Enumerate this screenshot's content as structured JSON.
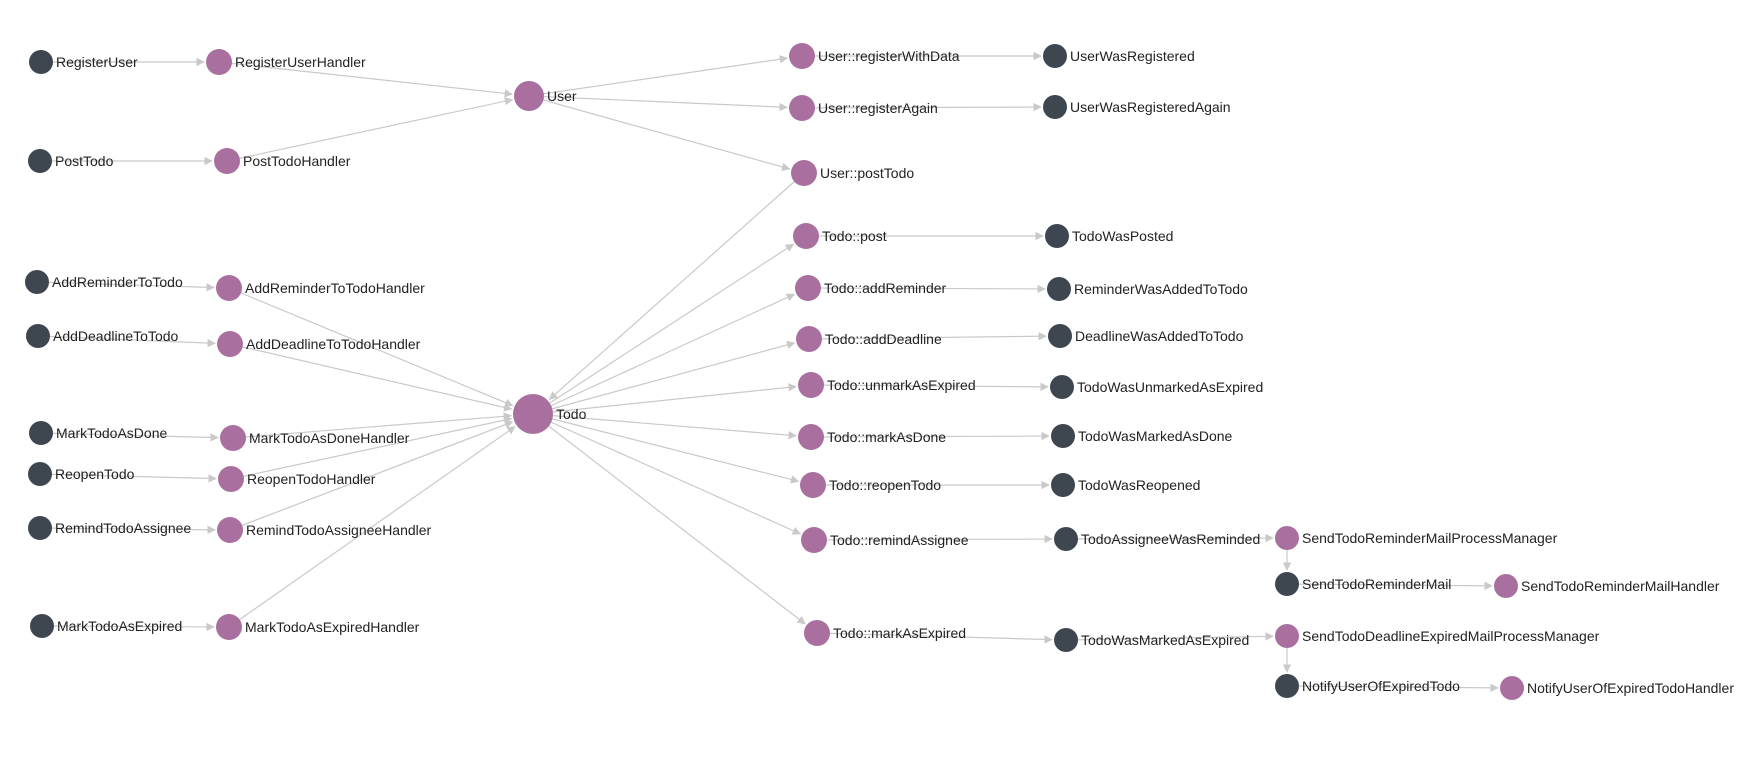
{
  "colors": {
    "message": "#3e4650",
    "handler": "#a9709f",
    "edge": "#c9c9c9",
    "label": "#222222"
  },
  "nodes": [
    {
      "id": "RegisterUser",
      "label": "RegisterUser",
      "kind": "message"
    },
    {
      "id": "RegisterUserHandler",
      "label": "RegisterUserHandler",
      "kind": "handler"
    },
    {
      "id": "PostTodo",
      "label": "PostTodo",
      "kind": "message"
    },
    {
      "id": "PostTodoHandler",
      "label": "PostTodoHandler",
      "kind": "handler"
    },
    {
      "id": "AddReminderToTodo",
      "label": "AddReminderToTodo",
      "kind": "message"
    },
    {
      "id": "AddReminderToTodoHandler",
      "label": "AddReminderToTodoHandler",
      "kind": "handler"
    },
    {
      "id": "AddDeadlineToTodo",
      "label": "AddDeadlineToTodo",
      "kind": "message"
    },
    {
      "id": "AddDeadlineToTodoHandler",
      "label": "AddDeadlineToTodoHandler",
      "kind": "handler"
    },
    {
      "id": "MarkTodoAsDone",
      "label": "MarkTodoAsDone",
      "kind": "message"
    },
    {
      "id": "MarkTodoAsDoneHandler",
      "label": "MarkTodoAsDoneHandler",
      "kind": "handler"
    },
    {
      "id": "ReopenTodo",
      "label": "ReopenTodo",
      "kind": "message"
    },
    {
      "id": "ReopenTodoHandler",
      "label": "ReopenTodoHandler",
      "kind": "handler"
    },
    {
      "id": "RemindTodoAssignee",
      "label": "RemindTodoAssignee",
      "kind": "message"
    },
    {
      "id": "RemindTodoAssigneeHandler",
      "label": "RemindTodoAssigneeHandler",
      "kind": "handler"
    },
    {
      "id": "MarkTodoAsExpired",
      "label": "MarkTodoAsExpired",
      "kind": "message"
    },
    {
      "id": "MarkTodoAsExpiredHandler",
      "label": "MarkTodoAsExpiredHandler",
      "kind": "handler"
    },
    {
      "id": "User",
      "label": "User",
      "kind": "handler"
    },
    {
      "id": "Todo",
      "label": "Todo",
      "kind": "handler"
    },
    {
      "id": "User::registerWithData",
      "label": "User::registerWithData",
      "kind": "handler"
    },
    {
      "id": "User::registerAgain",
      "label": "User::registerAgain",
      "kind": "handler"
    },
    {
      "id": "User::postTodo",
      "label": "User::postTodo",
      "kind": "handler"
    },
    {
      "id": "Todo::post",
      "label": "Todo::post",
      "kind": "handler"
    },
    {
      "id": "Todo::addReminder",
      "label": "Todo::addReminder",
      "kind": "handler"
    },
    {
      "id": "Todo::addDeadline",
      "label": "Todo::addDeadline",
      "kind": "handler"
    },
    {
      "id": "Todo::unmarkAsExpired",
      "label": "Todo::unmarkAsExpired",
      "kind": "handler"
    },
    {
      "id": "Todo::markAsDone",
      "label": "Todo::markAsDone",
      "kind": "handler"
    },
    {
      "id": "Todo::reopenTodo",
      "label": "Todo::reopenTodo",
      "kind": "handler"
    },
    {
      "id": "Todo::remindAssignee",
      "label": "Todo::remindAssignee",
      "kind": "handler"
    },
    {
      "id": "Todo::markAsExpired",
      "label": "Todo::markAsExpired",
      "kind": "handler"
    },
    {
      "id": "UserWasRegistered",
      "label": "UserWasRegistered",
      "kind": "message"
    },
    {
      "id": "UserWasRegisteredAgain",
      "label": "UserWasRegisteredAgain",
      "kind": "message"
    },
    {
      "id": "TodoWasPosted",
      "label": "TodoWasPosted",
      "kind": "message"
    },
    {
      "id": "ReminderWasAddedToTodo",
      "label": "ReminderWasAddedToTodo",
      "kind": "message"
    },
    {
      "id": "DeadlineWasAddedToTodo",
      "label": "DeadlineWasAddedToTodo",
      "kind": "message"
    },
    {
      "id": "TodoWasUnmarkedAsExpired",
      "label": "TodoWasUnmarkedAsExpired",
      "kind": "message"
    },
    {
      "id": "TodoWasMarkedAsDone",
      "label": "TodoWasMarkedAsDone",
      "kind": "message"
    },
    {
      "id": "TodoWasReopened",
      "label": "TodoWasReopened",
      "kind": "message"
    },
    {
      "id": "TodoAssigneeWasReminded",
      "label": "TodoAssigneeWasReminded",
      "kind": "message"
    },
    {
      "id": "TodoWasMarkedAsExpired",
      "label": "TodoWasMarkedAsExpired",
      "kind": "message"
    },
    {
      "id": "SendTodoReminderMailProcessManager",
      "label": "SendTodoReminderMailProcessManager",
      "kind": "handler"
    },
    {
      "id": "SendTodoReminderMail",
      "label": "SendTodoReminderMail",
      "kind": "message"
    },
    {
      "id": "SendTodoReminderMailHandler",
      "label": "SendTodoReminderMailHandler",
      "kind": "handler"
    },
    {
      "id": "SendTodoDeadlineExpiredMailProcessManager",
      "label": "SendTodoDeadlineExpiredMailProcessManager",
      "kind": "handler"
    },
    {
      "id": "NotifyUserOfExpiredTodo",
      "label": "NotifyUserOfExpiredTodo",
      "kind": "message"
    },
    {
      "id": "NotifyUserOfExpiredTodoHandler",
      "label": "NotifyUserOfExpiredTodoHandler",
      "kind": "handler"
    }
  ],
  "edges": [
    [
      "RegisterUser",
      "RegisterUserHandler"
    ],
    [
      "RegisterUserHandler",
      "User"
    ],
    [
      "PostTodo",
      "PostTodoHandler"
    ],
    [
      "PostTodoHandler",
      "User"
    ],
    [
      "User",
      "User::registerWithData"
    ],
    [
      "User",
      "User::registerAgain"
    ],
    [
      "User",
      "User::postTodo"
    ],
    [
      "User::registerWithData",
      "UserWasRegistered"
    ],
    [
      "User::registerAgain",
      "UserWasRegisteredAgain"
    ],
    [
      "User::postTodo",
      "Todo"
    ],
    [
      "AddReminderToTodo",
      "AddReminderToTodoHandler"
    ],
    [
      "AddDeadlineToTodo",
      "AddDeadlineToTodoHandler"
    ],
    [
      "MarkTodoAsDone",
      "MarkTodoAsDoneHandler"
    ],
    [
      "ReopenTodo",
      "ReopenTodoHandler"
    ],
    [
      "RemindTodoAssignee",
      "RemindTodoAssigneeHandler"
    ],
    [
      "MarkTodoAsExpired",
      "MarkTodoAsExpiredHandler"
    ],
    [
      "AddReminderToTodoHandler",
      "Todo"
    ],
    [
      "AddDeadlineToTodoHandler",
      "Todo"
    ],
    [
      "MarkTodoAsDoneHandler",
      "Todo"
    ],
    [
      "ReopenTodoHandler",
      "Todo"
    ],
    [
      "RemindTodoAssigneeHandler",
      "Todo"
    ],
    [
      "MarkTodoAsExpiredHandler",
      "Todo"
    ],
    [
      "Todo",
      "Todo::post"
    ],
    [
      "Todo",
      "Todo::addReminder"
    ],
    [
      "Todo",
      "Todo::addDeadline"
    ],
    [
      "Todo",
      "Todo::unmarkAsExpired"
    ],
    [
      "Todo",
      "Todo::markAsDone"
    ],
    [
      "Todo",
      "Todo::reopenTodo"
    ],
    [
      "Todo",
      "Todo::remindAssignee"
    ],
    [
      "Todo",
      "Todo::markAsExpired"
    ],
    [
      "Todo::post",
      "TodoWasPosted"
    ],
    [
      "Todo::addReminder",
      "ReminderWasAddedToTodo"
    ],
    [
      "Todo::addDeadline",
      "DeadlineWasAddedToTodo"
    ],
    [
      "Todo::unmarkAsExpired",
      "TodoWasUnmarkedAsExpired"
    ],
    [
      "Todo::markAsDone",
      "TodoWasMarkedAsDone"
    ],
    [
      "Todo::reopenTodo",
      "TodoWasReopened"
    ],
    [
      "Todo::remindAssignee",
      "TodoAssigneeWasReminded"
    ],
    [
      "Todo::markAsExpired",
      "TodoWasMarkedAsExpired"
    ],
    [
      "TodoAssigneeWasReminded",
      "SendTodoReminderMailProcessManager"
    ],
    [
      "SendTodoReminderMailProcessManager",
      "SendTodoReminderMail"
    ],
    [
      "SendTodoReminderMail",
      "SendTodoReminderMailHandler"
    ],
    [
      "TodoWasMarkedAsExpired",
      "SendTodoDeadlineExpiredMailProcessManager"
    ],
    [
      "SendTodoDeadlineExpiredMailProcessManager",
      "NotifyUserOfExpiredTodo"
    ],
    [
      "NotifyUserOfExpiredTodo",
      "NotifyUserOfExpiredTodoHandler"
    ]
  ]
}
